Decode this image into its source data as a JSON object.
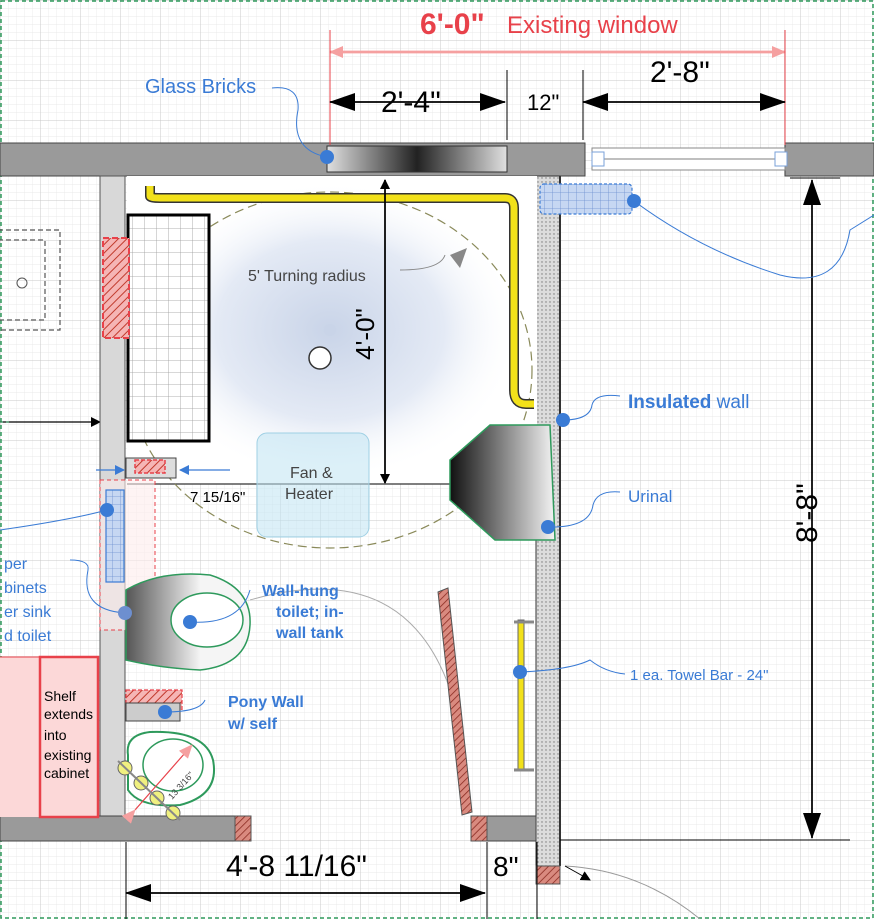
{
  "dimensions": {
    "window_total": "6'-0\"",
    "window_total_caption": "Existing window",
    "glass_width": "2'-4\"",
    "gap": "12\"",
    "window_right": "2'-8\"",
    "turning_depth": "4'-0\"",
    "small_gap": "7 15/16\"",
    "room_depth": "8'-8\"",
    "bottom_width": "4'-8 11/16\"",
    "wall_thickness": "8\""
  },
  "labels": {
    "glass_bricks": "Glass Bricks",
    "turning_radius": "5' Turning radius",
    "fan_line1": "Fan &",
    "fan_line2": "Heater",
    "insulated_bold": "Insulated",
    "insulated_rest": " wall",
    "urinal": "Urinal",
    "toilet_line1": "Wall-hung",
    "toilet_line2": "toilet; in-",
    "toilet_line3": "wall tank",
    "towel_bar": "1 ea. Towel Bar - 24\"",
    "pony_line1": "Pony Wall",
    "pony_line2": "w/ self",
    "shelf_line1": "Shelf",
    "shelf_line2": "extends",
    "shelf_line3": "into",
    "shelf_line4": "existing",
    "shelf_line5": "cabinet",
    "cut_line1": "per",
    "cut_line2": "binets",
    "cut_line3": "er sink",
    "cut_line4": "d toilet",
    "sink_dim": "13 3/16\""
  },
  "colors": {
    "callout_blue": "#3a7bd5",
    "window_red": "#e8414a",
    "wall_gray": "#9a9a9a",
    "bench_yellow": "#f2e11a",
    "hatch_red": "#c0392b",
    "outline_green": "#2e9a5c"
  }
}
